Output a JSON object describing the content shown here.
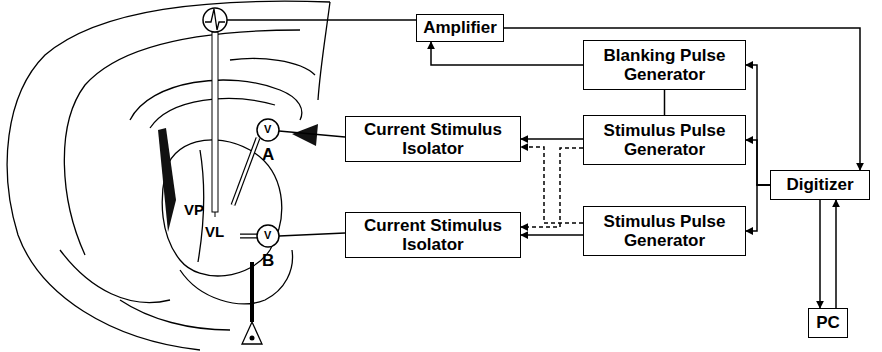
{
  "diagram": {
    "nodes": [
      {
        "text": [
          "Amplifier"
        ]
      },
      {
        "text": [
          "Blanking Pulse Generator"
        ]
      },
      {
        "text": [
          "Current Stimulus Isolator"
        ]
      },
      {
        "text": [
          "Stimulus Pulse Generator"
        ]
      },
      {
        "text": [
          "Digitizer"
        ]
      },
      {
        "text": [
          "Current Stimulus Isolator"
        ]
      },
      {
        "text": [
          "Stimulus Pulse Generator"
        ]
      },
      {
        "text": [
          "PC"
        ]
      }
    ],
    "edges": [
      {
        "from": 0,
        "to": 4,
        "arrow": "to"
      },
      {
        "from": 1,
        "to": 0,
        "arrow": "to"
      },
      {
        "from": 4,
        "to": 1,
        "arrow": "to"
      },
      {
        "from": 1,
        "to": 3,
        "arrow": "none"
      },
      {
        "from": 4,
        "to": 3,
        "arrow": "to"
      },
      {
        "from": 4,
        "to": 6,
        "arrow": "to"
      },
      {
        "from": 3,
        "to": 2,
        "arrow": "to"
      },
      {
        "from": 3,
        "to": 5,
        "arrow": "to"
      },
      {
        "from": 6,
        "to": 2,
        "arrow": "to"
      },
      {
        "from": 6,
        "to": 5,
        "arrow": "to"
      },
      {
        "from": 4,
        "to": 7,
        "arrow": "to"
      },
      {
        "from": 7,
        "to": 4,
        "arrow": "to"
      }
    ],
    "labels": [
      "VP",
      "VL",
      "V",
      "A",
      "V",
      "B"
    ]
  }
}
